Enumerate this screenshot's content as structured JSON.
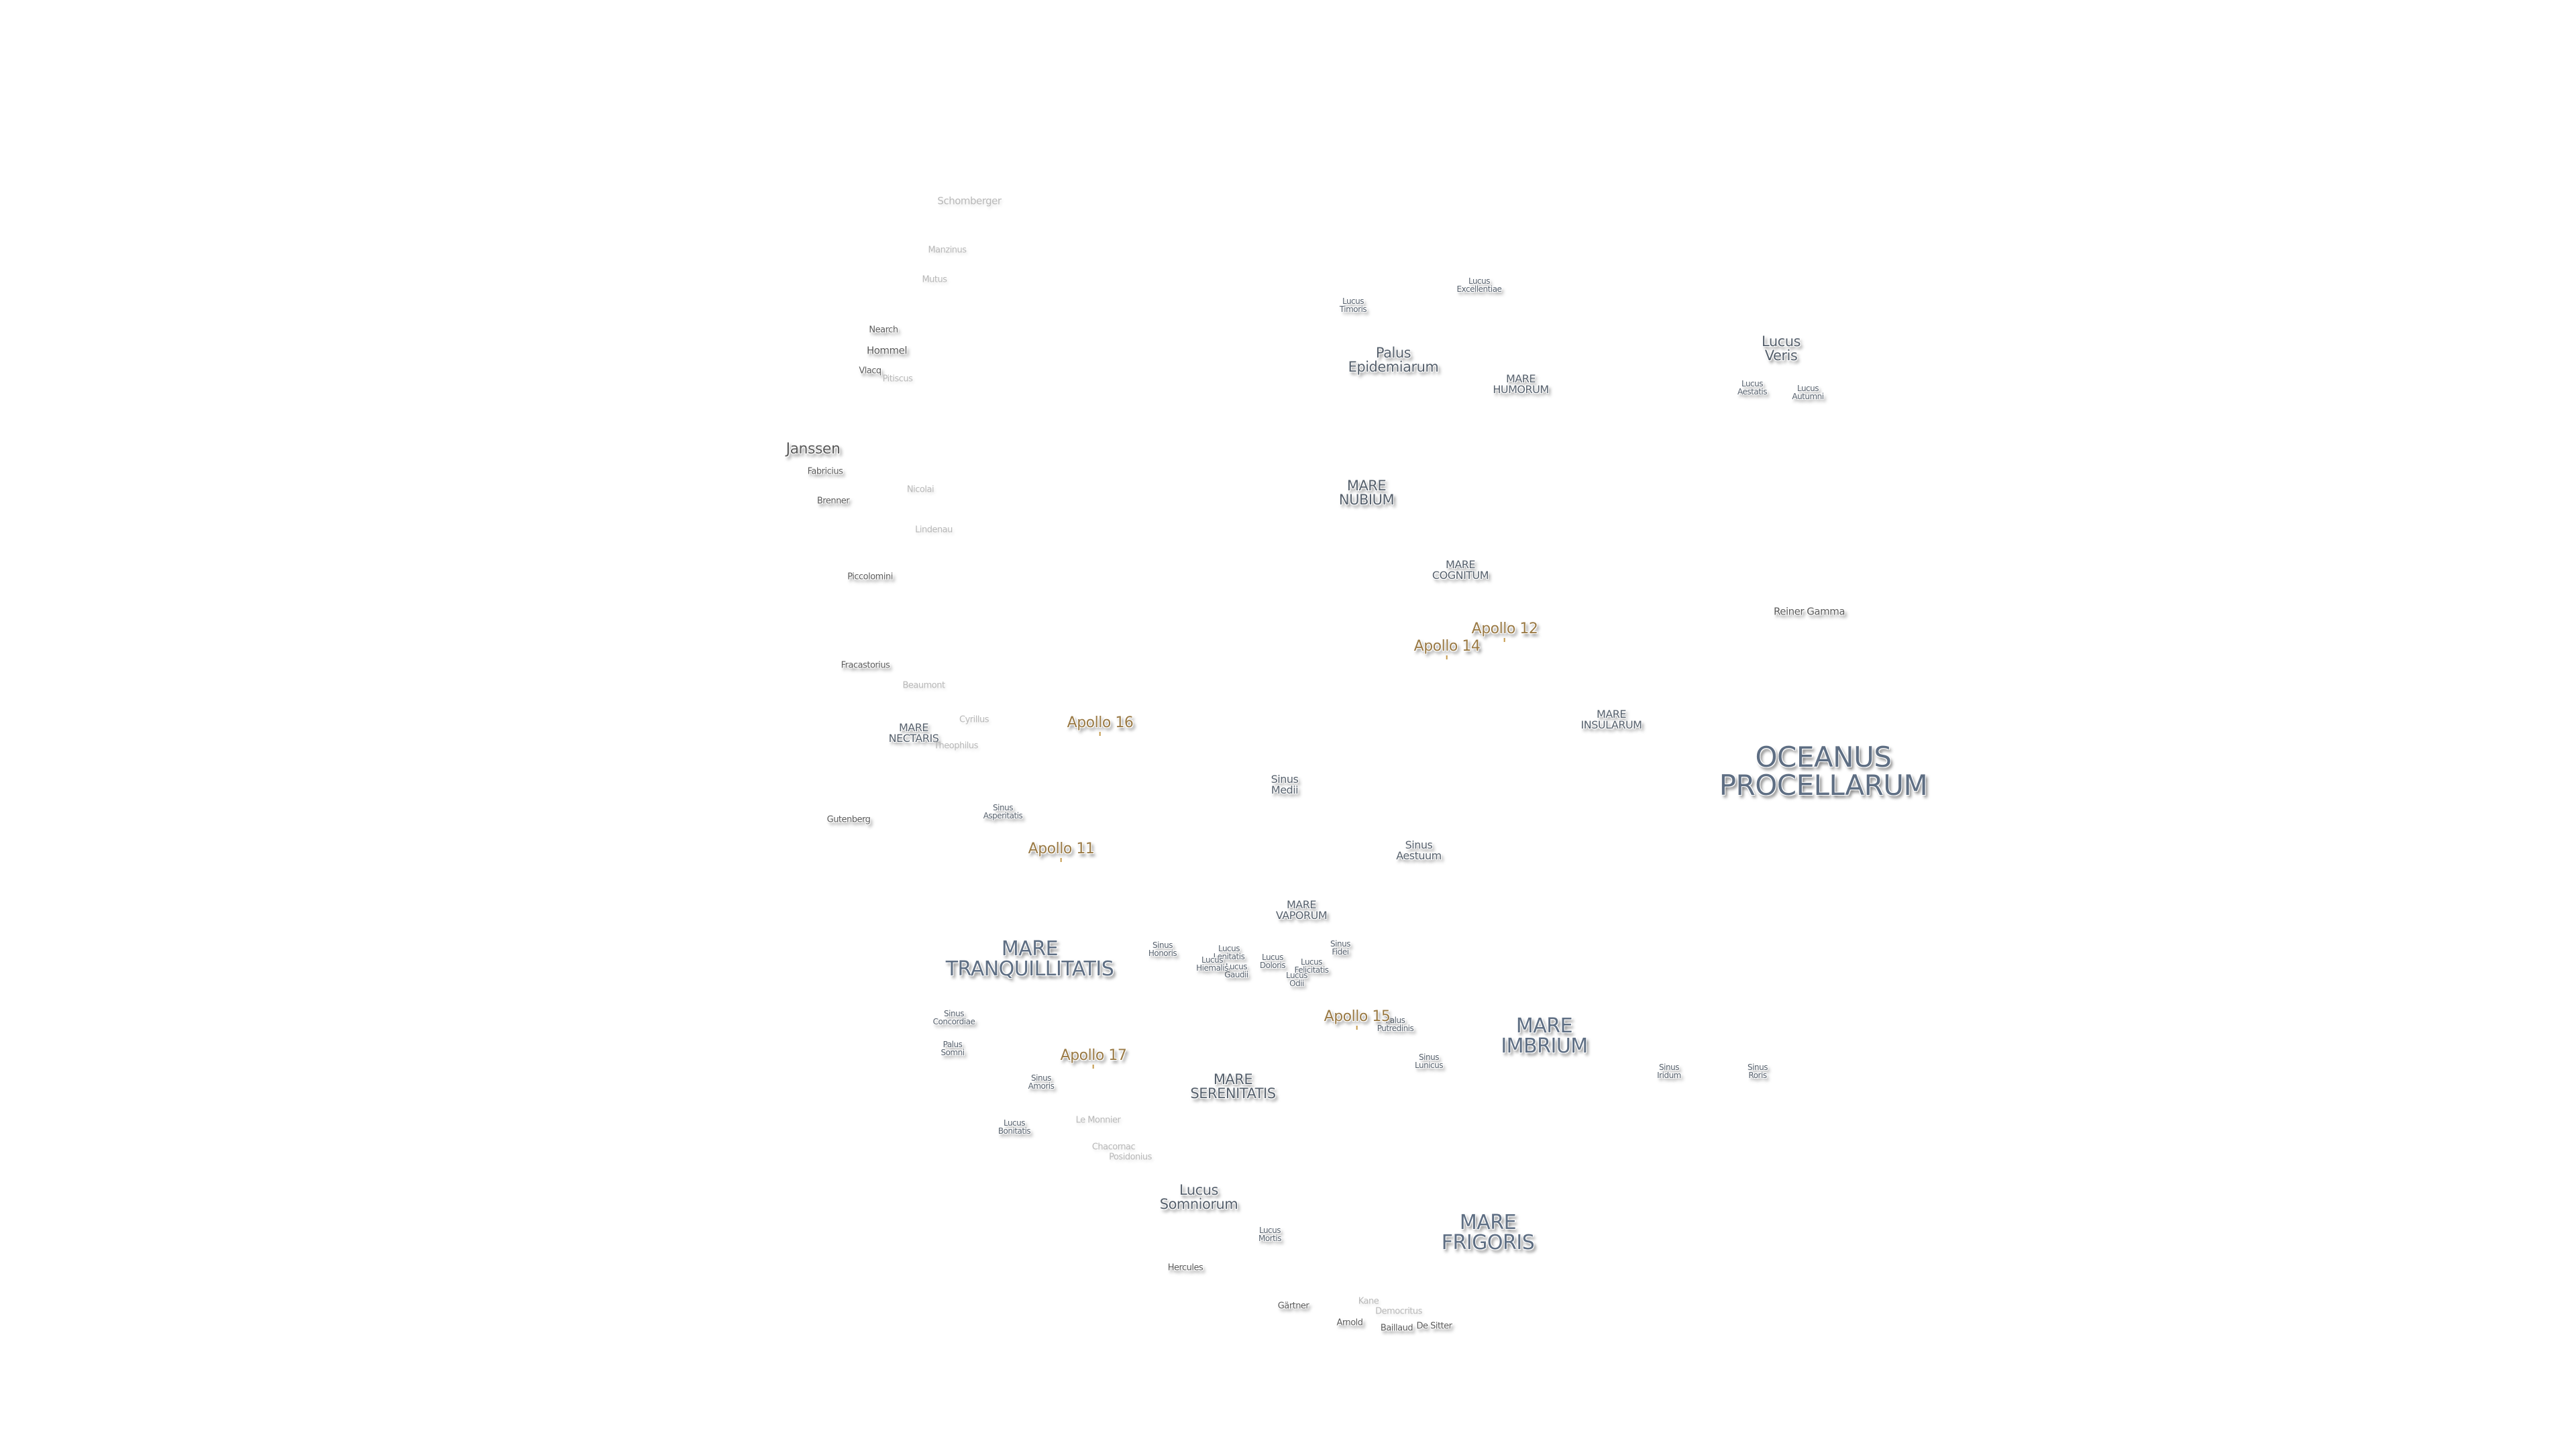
{
  "map": {
    "labels": [
      {
        "text": "OCEANUS\nPROCELLARUM",
        "kind": "mare-xl",
        "feature": "oceanus-procellarum"
      },
      {
        "text": "MARE\nTRANQUILLITATIS",
        "kind": "mare-l",
        "feature": "mare-tranquillitatis"
      },
      {
        "text": "MARE\nIMBRIUM",
        "kind": "mare-l",
        "feature": "mare-imbrium"
      },
      {
        "text": "MARE\nFRIGORIS",
        "kind": "mare-l",
        "feature": "mare-frigoris"
      },
      {
        "text": "MARE\nSERENITATIS",
        "kind": "mare-m",
        "feature": "mare-serenitatis"
      },
      {
        "text": "MARE\nNUBIUM",
        "kind": "mare-m",
        "feature": "mare-nubium"
      },
      {
        "text": "Lucus\nVeris",
        "kind": "mare-m",
        "feature": "lacus-veris"
      },
      {
        "text": "MARE\nHUMORUM",
        "kind": "mare-s",
        "feature": "mare-humorum"
      },
      {
        "text": "MARE\nCOGNITUM",
        "kind": "mare-s",
        "feature": "mare-cognitum"
      },
      {
        "text": "MARE\nINSULARUM",
        "kind": "mare-s",
        "feature": "mare-insularum"
      },
      {
        "text": "MARE\nNECTARIS",
        "kind": "mare-s",
        "feature": "mare-nectaris"
      },
      {
        "text": "MARE\nVAPORUM",
        "kind": "mare-s",
        "feature": "mare-vaporum"
      },
      {
        "text": "Palus\nEpidemiarum",
        "kind": "mare-m",
        "feature": "palus-epidemiarum"
      },
      {
        "text": "Lucus\nSomniorum",
        "kind": "mare-m",
        "feature": "lacus-somniorum"
      },
      {
        "text": "Sinus\nMedii",
        "kind": "mare-s",
        "feature": "sinus-medii"
      },
      {
        "text": "Sinus\nAestuum",
        "kind": "mare-s",
        "feature": "sinus-aestuum"
      },
      {
        "text": "Sinus\nAsperitatis",
        "kind": "mare-xs",
        "feature": "sinus-asperitatis"
      },
      {
        "text": "Sinus\nIridum",
        "kind": "mare-xs",
        "feature": "sinus-iridum"
      },
      {
        "text": "Sinus\nRoris",
        "kind": "mare-xs",
        "feature": "sinus-roris"
      },
      {
        "text": "Sinus\nAmoris",
        "kind": "mare-xs",
        "feature": "sinus-amoris"
      },
      {
        "text": "Sinus\nConcordiae",
        "kind": "mare-xs",
        "feature": "sinus-concordiae"
      },
      {
        "text": "Sinus\nLunicus",
        "kind": "mare-xs",
        "feature": "sinus-lunicus"
      },
      {
        "text": "Sinus\nHonoris",
        "kind": "mare-xs",
        "feature": "sinus-honoris"
      },
      {
        "text": "Sinus\nFidei",
        "kind": "mare-xs",
        "feature": "sinus-fidei"
      },
      {
        "text": "Palus\nPutredinis",
        "kind": "mare-xs",
        "feature": "palus-putredinis"
      },
      {
        "text": "Palus\nSomni",
        "kind": "mare-xs",
        "feature": "palus-somni"
      },
      {
        "text": "Lucus\nTimoris",
        "kind": "mare-xs",
        "feature": "lacus-timoris"
      },
      {
        "text": "Lucus\nExcellentiae",
        "kind": "mare-xs",
        "feature": "lacus-excellentiae"
      },
      {
        "text": "Lucus\nAestatis",
        "kind": "mare-xs",
        "feature": "lacus-aestatis"
      },
      {
        "text": "Lucus\nAutumni",
        "kind": "mare-xs",
        "feature": "lacus-autumni"
      },
      {
        "text": "Lucus\nBonitatis",
        "kind": "mare-xs",
        "feature": "lacus-bonitatis"
      },
      {
        "text": "Lucus\nMortis",
        "kind": "mare-xs",
        "feature": "lacus-mortis"
      },
      {
        "text": "Lucus\nLenitatis",
        "kind": "mare-xs",
        "feature": "lacus-lenitatis"
      },
      {
        "text": "Lucus\nDoloris",
        "kind": "mare-xs",
        "feature": "lacus-doloris"
      },
      {
        "text": "Lucus\nGaudii",
        "kind": "mare-xs",
        "feature": "lacus-gaudii"
      },
      {
        "text": "Lucus\nHiemalis",
        "kind": "mare-xs",
        "feature": "lacus-hiemalis"
      },
      {
        "text": "Lucus\nFelicitatis",
        "kind": "mare-xs",
        "feature": "lacus-felicitatis"
      },
      {
        "text": "Lucus\nOdii",
        "kind": "mare-xs",
        "feature": "lacus-odii"
      },
      {
        "text": "Janssen",
        "kind": "janssen",
        "feature": "janssen"
      },
      {
        "text": "Reiner Gamma",
        "kind": "crater",
        "feature": "reiner-gamma"
      },
      {
        "text": "Hommel",
        "kind": "crater",
        "feature": "hommel"
      },
      {
        "text": "Nearch",
        "kind": "crater-s",
        "feature": "nearch"
      },
      {
        "text": "Vlacq",
        "kind": "crater-s",
        "feature": "vlacq"
      },
      {
        "text": "Fabricius",
        "kind": "crater-s",
        "feature": "fabricius"
      },
      {
        "text": "Brenner",
        "kind": "crater-s",
        "feature": "brenner"
      },
      {
        "text": "Piccolomini",
        "kind": "crater-s",
        "feature": "piccolomini"
      },
      {
        "text": "Fracastorius",
        "kind": "crater-s",
        "feature": "fracastorius"
      },
      {
        "text": "Gutenberg",
        "kind": "crater-s",
        "feature": "gutenberg"
      },
      {
        "text": "Hercules",
        "kind": "crater-s",
        "feature": "hercules"
      },
      {
        "text": "Gärtner",
        "kind": "crater-s",
        "feature": "gartner"
      },
      {
        "text": "Arnold",
        "kind": "crater-s",
        "feature": "arnold"
      },
      {
        "text": "Baillaud",
        "kind": "crater-s",
        "feature": "baillaud"
      },
      {
        "text": "De Sitter",
        "kind": "crater-s",
        "feature": "de-sitter"
      },
      {
        "text": "Schomberger",
        "kind": "faint",
        "feature": "schomberger"
      },
      {
        "text": "Manzinus",
        "kind": "faint-s",
        "feature": "manzinus"
      },
      {
        "text": "Mutus",
        "kind": "faint-s",
        "feature": "mutus"
      },
      {
        "text": "Pitiscus",
        "kind": "faint-s",
        "feature": "pitiscus"
      },
      {
        "text": "Nicolai",
        "kind": "faint-s",
        "feature": "nicolai"
      },
      {
        "text": "Lindenau",
        "kind": "faint-s",
        "feature": "lindenau"
      },
      {
        "text": "Beaumont",
        "kind": "faint-s",
        "feature": "beaumont"
      },
      {
        "text": "Cyrillus",
        "kind": "faint-s",
        "feature": "cyrillus"
      },
      {
        "text": "Theophilus",
        "kind": "faint-s",
        "feature": "theophilus"
      },
      {
        "text": "Le Monnier",
        "kind": "faint-s",
        "feature": "le-monnier"
      },
      {
        "text": "Chacornac",
        "kind": "faint-s",
        "feature": "chacornac"
      },
      {
        "text": "Posidonius",
        "kind": "faint-s",
        "feature": "posidonius"
      },
      {
        "text": "Kane",
        "kind": "faint-s",
        "feature": "kane"
      },
      {
        "text": "Democritus",
        "kind": "faint-s",
        "feature": "democritus"
      },
      {
        "text": "Apollo 11",
        "kind": "apollo",
        "feature": "apollo-11"
      },
      {
        "text": "Apollo 12",
        "kind": "apollo",
        "feature": "apollo-12"
      },
      {
        "text": "Apollo 14",
        "kind": "apollo",
        "feature": "apollo-14"
      },
      {
        "text": "Apollo 15",
        "kind": "apollo",
        "feature": "apollo-15"
      },
      {
        "text": "Apollo 16",
        "kind": "apollo",
        "feature": "apollo-16"
      },
      {
        "text": "Apollo 17",
        "kind": "apollo",
        "feature": "apollo-17"
      }
    ]
  }
}
